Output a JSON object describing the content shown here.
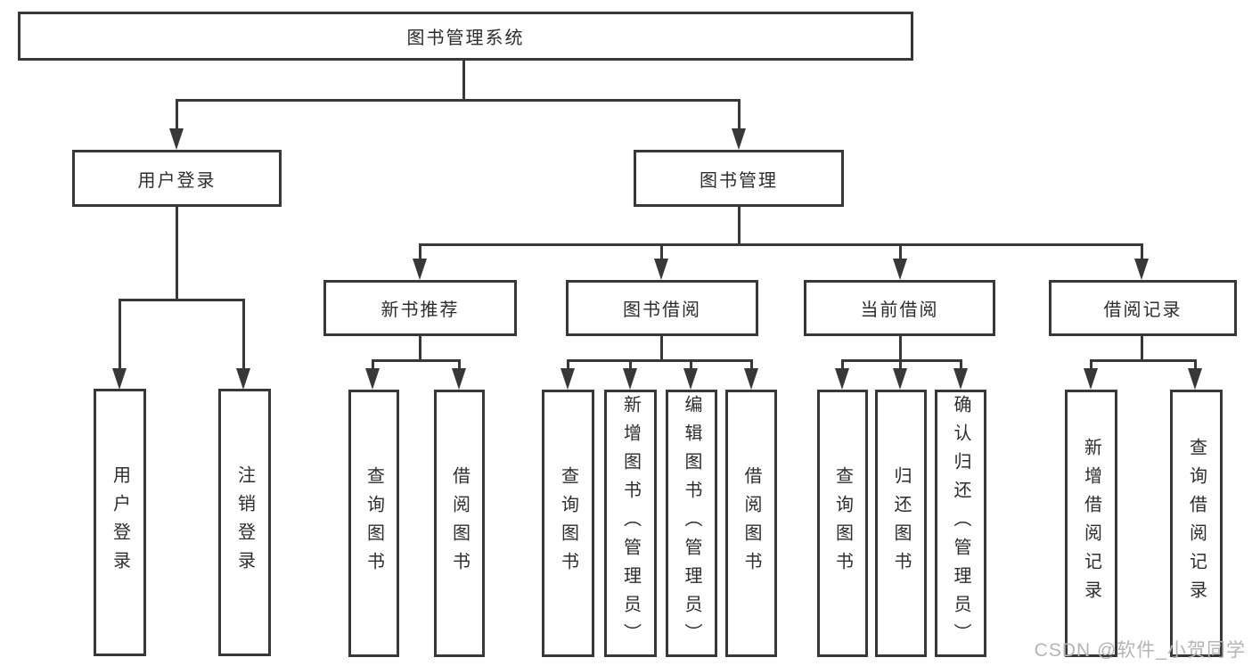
{
  "colors": {
    "line": "#383838",
    "text": "#2d2d2d",
    "watermark": "#b4b4b4",
    "background": "#ffffff"
  },
  "tree": {
    "label": "图书管理系统",
    "children": [
      {
        "label": "用户登录",
        "children": [
          {
            "label": "用户登录"
          },
          {
            "label": "注销登录"
          }
        ]
      },
      {
        "label": "图书管理",
        "children": [
          {
            "label": "新书推荐",
            "children": [
              {
                "label": "查询图书"
              },
              {
                "label": "借阅图书"
              }
            ]
          },
          {
            "label": "图书借阅",
            "children": [
              {
                "label": "查询图书"
              },
              {
                "label": "新增图书（管理员）"
              },
              {
                "label": "编辑图书（管理员）"
              },
              {
                "label": "借阅图书"
              }
            ]
          },
          {
            "label": "当前借阅",
            "children": [
              {
                "label": "查询图书"
              },
              {
                "label": "归还图书"
              },
              {
                "label": "确认归还（管理员）"
              }
            ]
          },
          {
            "label": "借阅记录",
            "children": [
              {
                "label": "新增借阅记录"
              },
              {
                "label": "查询借阅记录"
              }
            ]
          }
        ]
      }
    ]
  },
  "watermark": {
    "text": "CSDN @软件_小贺同学"
  }
}
